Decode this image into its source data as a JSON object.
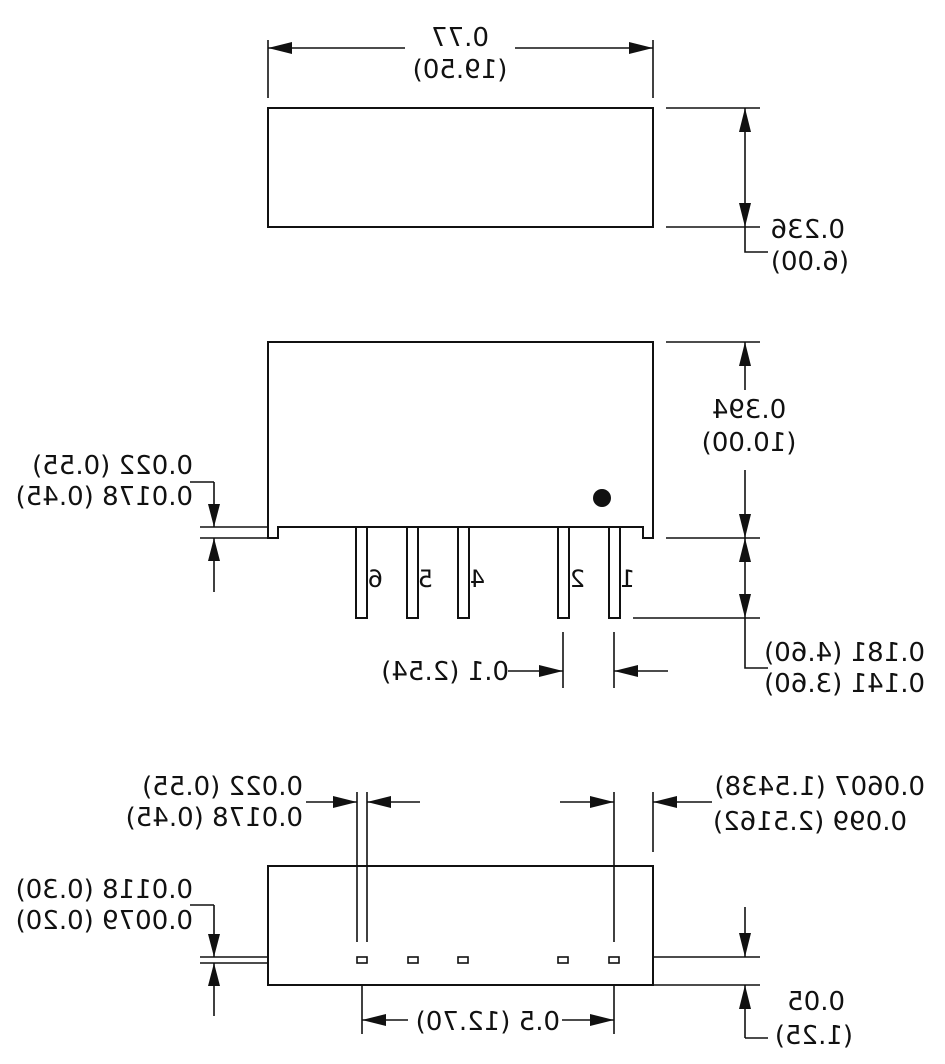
{
  "top_view": {
    "width_in": "0.77",
    "width_mm": "(19.50)",
    "height_in": "0.236",
    "height_mm": "(6.00)"
  },
  "side_view": {
    "height_in": "0.394",
    "height_mm": "(10.00)",
    "pin_width_max": "0.022 (0.55)",
    "pin_width_min": "0.0178 (0.45)",
    "pin_len_max": "0.181 (4.60)",
    "pin_len_min": "0.141 (3.60)",
    "pitch": "0.1 (2.54)",
    "pin_labels": [
      "6",
      "5",
      "4",
      "2",
      "1"
    ]
  },
  "bottom_view": {
    "pin_width_max": "0.022 (0.55)",
    "pin_width_min": "0.0178 (0.45)",
    "offset_max": "0.0607 (1.5438)",
    "offset_min": "0.099 (2.5162)",
    "thick_max": "0.0118 (0.30)",
    "thick_min": "0.0079 (0.20)",
    "span": "0.5 (12.70)",
    "standoff_in": "0.05",
    "standoff_mm": "(1.25)"
  }
}
